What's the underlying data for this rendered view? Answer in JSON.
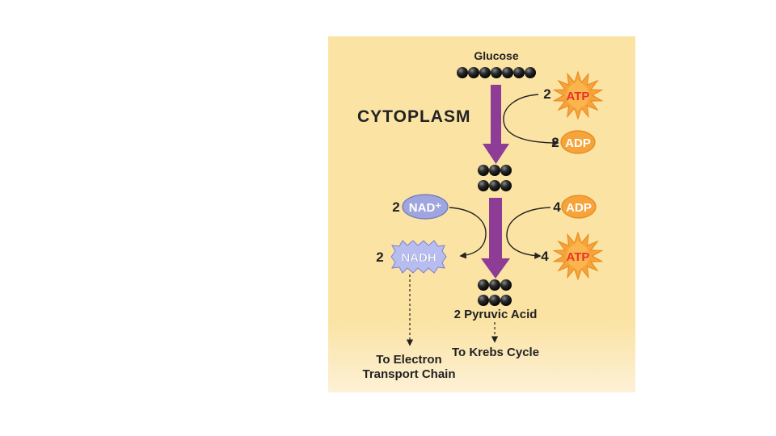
{
  "diagram": {
    "glucose_label": "Glucose",
    "region_label": "CYTOPLASM",
    "atp_in": {
      "count": "2",
      "name": "ATP"
    },
    "adp_out": {
      "count": "2",
      "name": "ADP"
    },
    "nad_in": {
      "count": "2",
      "name": "NAD⁺"
    },
    "nadh_out": {
      "count": "2",
      "name": "NADH"
    },
    "adp_in": {
      "count": "4",
      "name": "ADP"
    },
    "atp_out": {
      "count": "4",
      "name": "ATP"
    },
    "product_label": "2 Pyruvic Acid",
    "krebs_label": "To Krebs Cycle",
    "etc_label_line1": "To Electron",
    "etc_label_line2": "Transport Chain",
    "colors": {
      "background": "#fbe3a4",
      "arrow": "#8e3d97",
      "atp_star": "#f7a23a",
      "atp_text": "#e8322a",
      "adp": "#f6a43a",
      "nad": "#9fa5de",
      "nadh": "#b8bdf0",
      "nad_text": "#ffffff",
      "carbon": "#222222"
    }
  }
}
